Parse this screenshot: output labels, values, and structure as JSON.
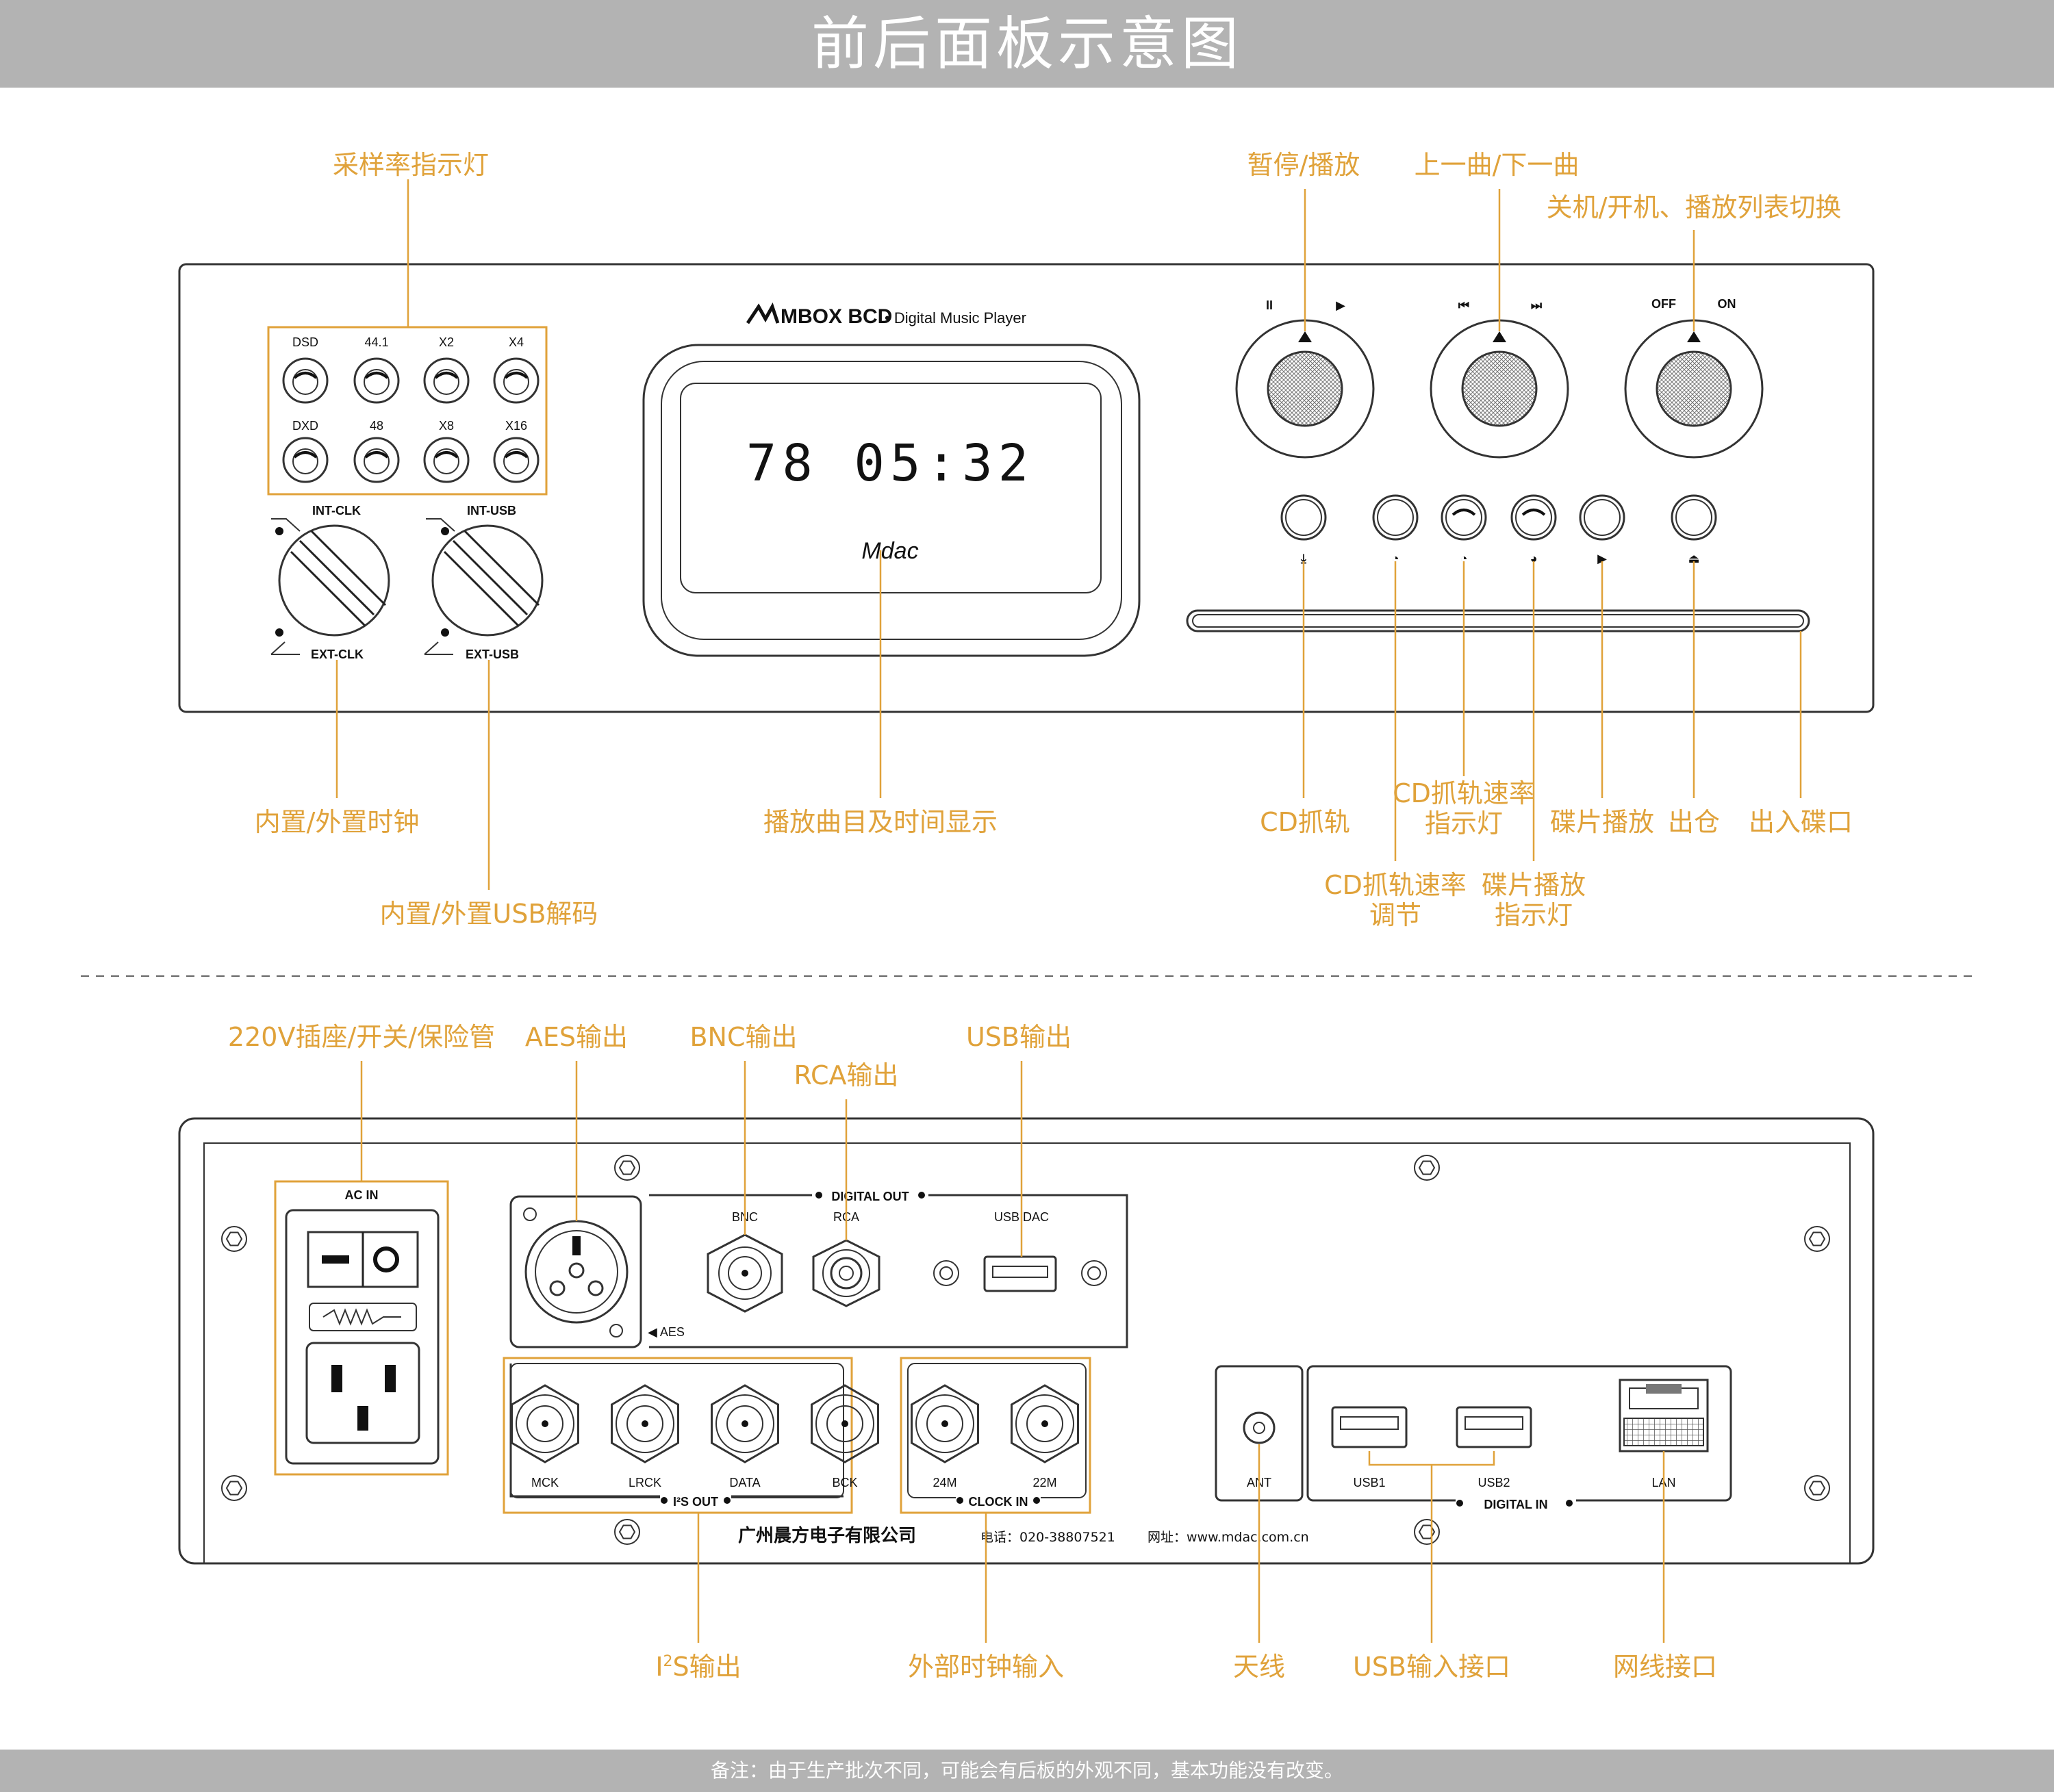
{
  "title": "前后面板示意图",
  "footer_note": "备注：由于生产批次不同，可能会有后板的外观不同，基本功能没有改变。",
  "front": {
    "brand": "MBOX BCD",
    "brand_sub": "• Digital Music Player",
    "display_text": "78 05:32",
    "display_logo": "Mdac",
    "rate_labels_top": [
      "DSD",
      "44.1",
      "X2",
      "X4"
    ],
    "rate_labels_bottom": [
      "DXD",
      "48",
      "X8",
      "X16"
    ],
    "knob_clk_top": "INT-CLK",
    "knob_clk_bottom": "EXT-CLK",
    "knob_usb_top": "INT-USB",
    "knob_usb_bottom": "EXT-USB",
    "dial_labels": [
      "II",
      "▶",
      "⏮",
      "⏭",
      "OFF",
      "ON"
    ],
    "button_icons": [
      "rip-icon",
      "speed-down-icon",
      "speed-led-icon",
      "play-led-icon",
      "play-icon",
      "eject-icon"
    ],
    "callouts": {
      "rate_led": "采样率指示灯",
      "pause_play": "暂停/播放",
      "prev_next": "上一曲/下一曲",
      "power_playlist": "关机/开机、播放列表切换",
      "clock": "内置/外置时钟",
      "usb_decode": "内置/外置USB解码",
      "display": "播放曲目及时间显示",
      "cd_rip": "CD抓轨",
      "rip_speed_led_1": "CD抓轨速率",
      "rip_speed_led_2": "指示灯",
      "disc_play": "碟片播放",
      "eject": "出仓",
      "slot": "出入碟口",
      "rip_speed_adj_1": "CD抓轨速率",
      "rip_speed_adj_2": "调节",
      "disc_play_led_1": "碟片播放",
      "disc_play_led_2": "指示灯"
    }
  },
  "rear": {
    "ac_in": "AC IN",
    "digital_out": "DIGITAL OUT",
    "bnc": "BNC",
    "rca": "RCA",
    "usb_dac": "USB DAC",
    "aes": "◀ AES",
    "i2s_labels": [
      "MCK",
      "LRCK",
      "DATA",
      "BCK"
    ],
    "i2s_out": "I²S  OUT",
    "clock_labels": [
      "24M",
      "22M"
    ],
    "clock_in": "CLOCK IN",
    "ant": "ANT",
    "usb1": "USB1",
    "usb2": "USB2",
    "lan": "LAN",
    "digital_in": "DIGITAL IN",
    "company": "广州晨方电子有限公司",
    "phone": "电话：020-38807521",
    "website": "网址：www.mdac.com.cn",
    "callouts": {
      "power": "220V插座/开关/保险管",
      "aes_out": "AES输出",
      "bnc_out": "BNC输出",
      "rca_out": "RCA输出",
      "usb_out": "USB输出",
      "i2s_out_pre": "I",
      "i2s_out_sup": "2",
      "i2s_out_post": "S输出",
      "ext_clock": "外部时钟输入",
      "antenna": "天线",
      "usb_in": "USB输入接口",
      "lan_port": "网线接口"
    }
  }
}
